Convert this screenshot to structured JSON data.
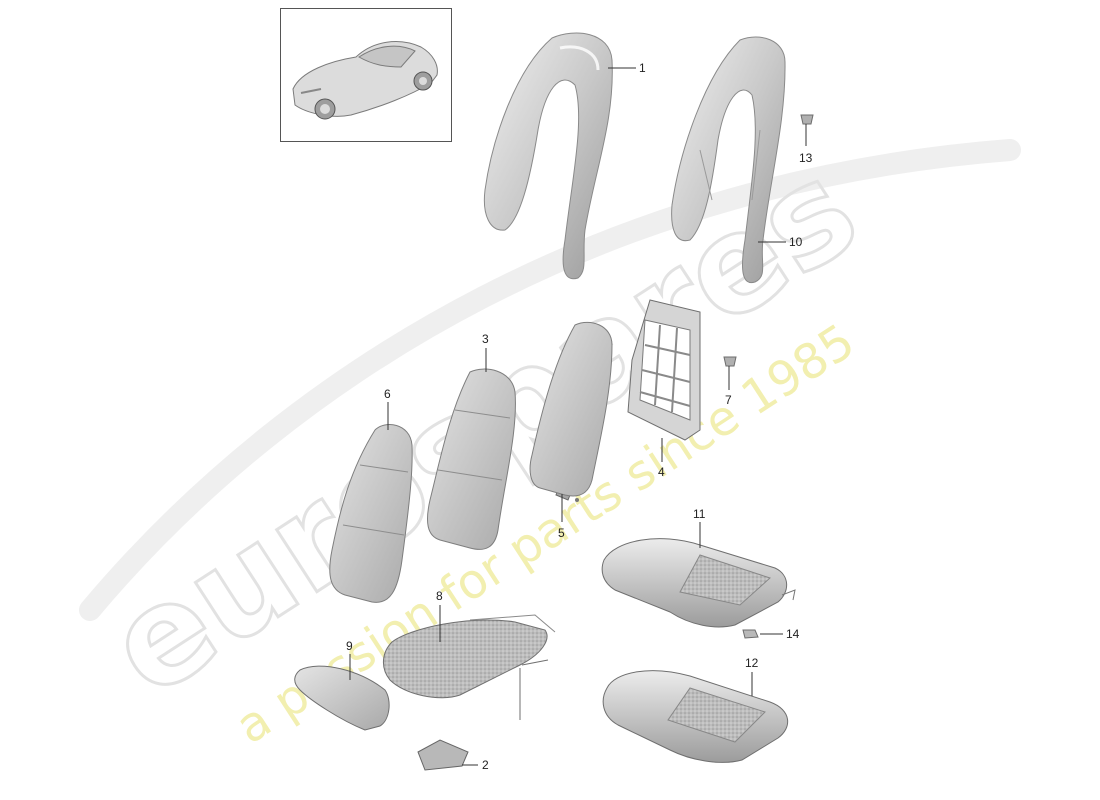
{
  "watermark": {
    "brand": "eurospares",
    "tagline": "a passion for parts since 1985",
    "brand_color": "#e6e6e6",
    "tagline_color": "#f3f0b0"
  },
  "thumbnail": {
    "icon": "car-overview-icon"
  },
  "callouts": [
    {
      "id": "1",
      "label": "1"
    },
    {
      "id": "2",
      "label": "2"
    },
    {
      "id": "3",
      "label": "3"
    },
    {
      "id": "4",
      "label": "4"
    },
    {
      "id": "5",
      "label": "5"
    },
    {
      "id": "6",
      "label": "6"
    },
    {
      "id": "7",
      "label": "7"
    },
    {
      "id": "8",
      "label": "8"
    },
    {
      "id": "9",
      "label": "9"
    },
    {
      "id": "10",
      "label": "10"
    },
    {
      "id": "11",
      "label": "11"
    },
    {
      "id": "12",
      "label": "12"
    },
    {
      "id": "13",
      "label": "13"
    },
    {
      "id": "14",
      "label": "14"
    }
  ]
}
